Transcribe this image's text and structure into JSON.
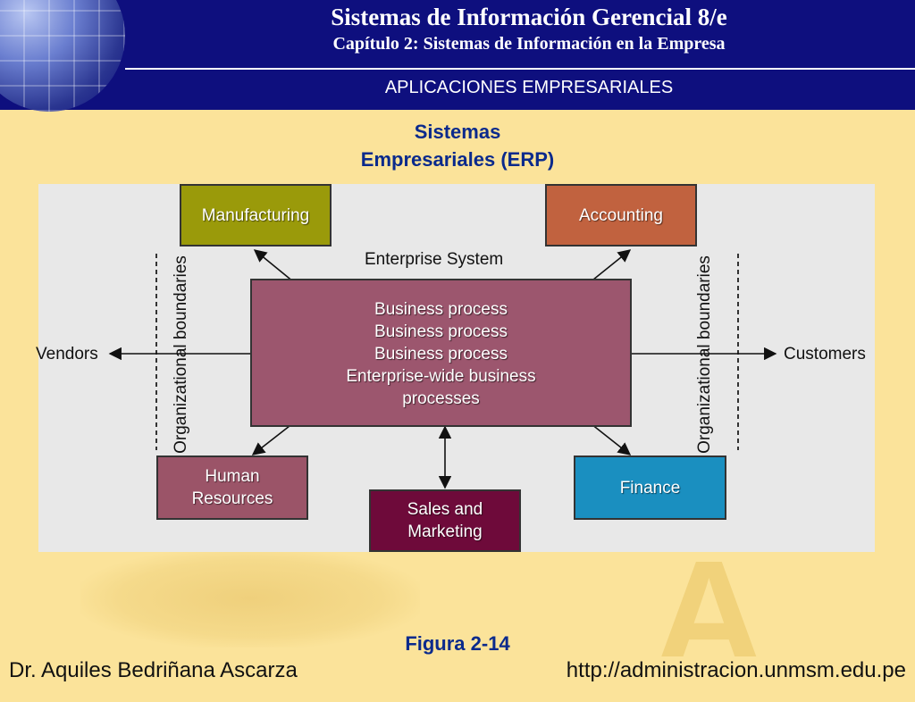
{
  "header": {
    "title": "Sistemas de Información Gerencial 8/e",
    "subtitle": "Capítulo 2: Sistemas de Información en la Empresa",
    "section": "APLICACIONES EMPRESARIALES",
    "logo_icon": "globe-icon"
  },
  "slide": {
    "title_line1": "Sistemas",
    "title_line2": "Empresariales (ERP)"
  },
  "diagram": {
    "manufacturing": "Manufacturing",
    "accounting": "Accounting",
    "enterprise_system": "Enterprise System",
    "process1": "Business process",
    "process2": "Business process",
    "process3": "Business process",
    "enterprise_wide_line1": "Enterprise-wide business",
    "enterprise_wide_line2": "processes",
    "vendors": "Vendors",
    "customers": "Customers",
    "org_boundaries_left": "Organizational boundaries",
    "org_boundaries_right": "Organizational boundaries",
    "hr_line1": "Human",
    "hr_line2": "Resources",
    "sales_line1": "Sales and",
    "sales_line2": "Marketing",
    "finance": "Finance",
    "colors": {
      "manufacturing": "#9a9a0a",
      "accounting": "#c1623f",
      "enterprise": "#9c566e",
      "hr": "#9b5468",
      "sales": "#6e0a3a",
      "finance": "#1a8fc0"
    }
  },
  "footer": {
    "figure": "Figura 2-14",
    "author": "Dr. Aquiles Bedriñana Ascarza",
    "url": "http://administracion.unmsm.edu.pe"
  }
}
